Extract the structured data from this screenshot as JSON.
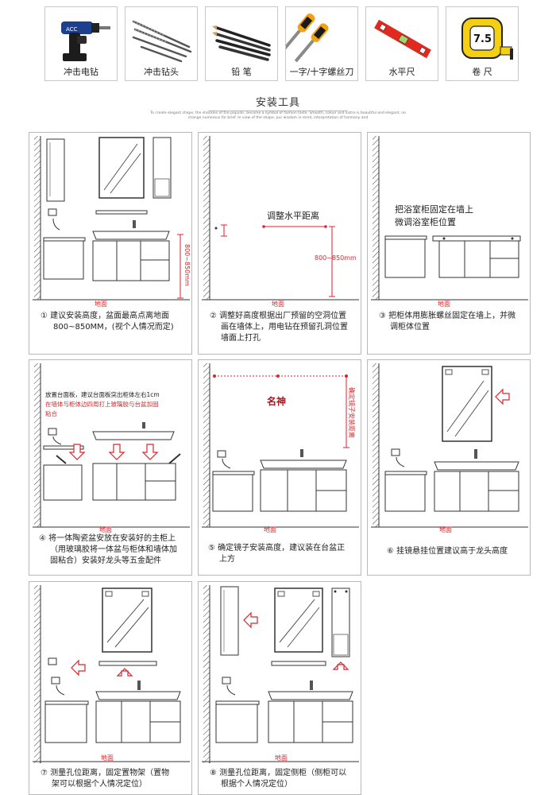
{
  "tools": [
    {
      "name": "冲击电钻",
      "icon": "impact-drill-icon"
    },
    {
      "name": "冲击钻头",
      "icon": "drill-bits-icon"
    },
    {
      "name": "铅 笔",
      "icon": "pencils-icon"
    },
    {
      "name": "一字/十字螺丝刀",
      "icon": "screwdrivers-icon"
    },
    {
      "name": "水平尺",
      "icon": "spirit-level-icon"
    },
    {
      "name": "卷 尺",
      "icon": "tape-measure-icon"
    }
  ],
  "drill_brand": "ACC",
  "tape_badge": "7.5",
  "section": {
    "title": "安装工具",
    "subtitle_line1": "To create elegant shape, the shackles of the popular, become a symbol of fashion taste. Smooth, colour and lustre is beautiful and elegant, no",
    "subtitle_line2": "change numerous for brief. In view of the shape, pur wisdom in mind, interpretation of harmony and"
  },
  "floor_label": "地面",
  "height_range": "800~850mm",
  "steps": [
    {
      "caption": [
        "① 建议安装高度，盆面最高点离地面",
        "800~850MM，(视个人情况而定)"
      ]
    },
    {
      "caption": [
        "② 调整好高度根据出厂预留的空洞位置",
        "画在墙体上，用电钻在预留孔洞位置",
        "墙面上打孔"
      ],
      "label": "调整水平距离"
    },
    {
      "caption": [
        "③ 把柜体用膨胀螺丝固定在墙上，并微",
        "调柜体位置"
      ],
      "label": [
        "把浴室柜固定在墙上",
        "微调浴室柜位置"
      ]
    },
    {
      "caption": [
        "④ 将一体陶瓷盆安放在安装好的主柜上",
        "（用玻璃胶将一体盆与柜体和墙体加",
        "固粘合）安装好龙头等五金配件"
      ],
      "label": [
        "放置台面板，建议台面板突出柜体左右1cm",
        "在墙体与柜体边四周打上玻璃胶与台盆加固",
        "粘合"
      ]
    },
    {
      "caption": [
        "⑤ 确定镜子安装高度，建议装在台盆正",
        "上方"
      ],
      "vertical_label": "确定镜子安装距离",
      "watermark": "名神"
    },
    {
      "caption": [
        "⑥ 挂镜悬挂位置建议高于龙头高度"
      ]
    },
    {
      "caption": [
        "⑦ 测量孔位距离，固定置物架（置物",
        "架可以根据个人情况定位）"
      ]
    },
    {
      "caption": [
        "⑧ 测量孔位距离，固定侧柜（侧柜可以",
        "根据个人情况定位）"
      ]
    }
  ],
  "colors": {
    "accent_red": "#d6262b",
    "line": "#333333",
    "border": "#b8b8b8"
  }
}
